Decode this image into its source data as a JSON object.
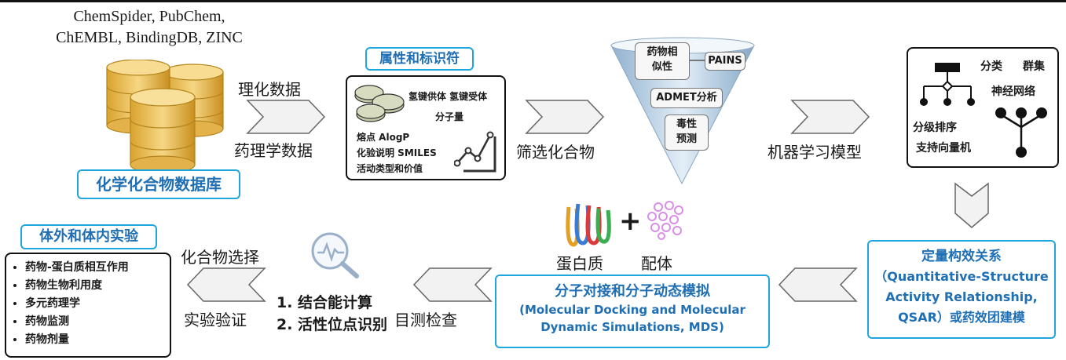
{
  "databases": {
    "sources_line1": "ChemSpider, PubChem,",
    "sources_line2": "ChEMBL, BindingDB, ZINC",
    "title": "化学化合物数据库"
  },
  "edge_labels": {
    "physchem": "理化数据",
    "pharmacology": "药理学数据",
    "screening": "筛选化合物",
    "ml_model": "机器学习模型",
    "compound_selection": "化合物选择",
    "experimental_validation": "实验验证",
    "visual_inspection": "目测检查"
  },
  "properties": {
    "title": "属性和标识符",
    "hbd_hba": "氢键供体  氢键受体",
    "mw": "分子量",
    "mp_alogp": "熔点    AlogP",
    "assay_smiles": "化验说明    SMILES",
    "activity": "活动类型和价值"
  },
  "filter": {
    "drug_likeness_l1": "药物相",
    "drug_likeness_l2": "似性",
    "pains": "PAINS",
    "admet": "ADMET分析",
    "tox_l1": "毒性",
    "tox_l2": "预测"
  },
  "ml": {
    "classification": "分类",
    "clustering": "群集",
    "neural_network": "神经网络",
    "ranking": "分级排序",
    "svm": "支持向量机"
  },
  "qsar": {
    "line1": "定量构效关系",
    "line2": "（Quantitative-Structure",
    "line3": "Activity Relationship,",
    "line4": "QSAR）或药效团建模"
  },
  "docking": {
    "line1": "分子对接和分子动态模拟",
    "line2": "(Molecular Docking and Molecular",
    "line3": "Dynamic Simulations, MDS)",
    "protein": "蛋白质",
    "ligand": "配体",
    "plus": "+"
  },
  "analysis": {
    "item1": "1. 结合能计算",
    "item2": "2. 活性位点识别"
  },
  "experiments": {
    "title": "体外和体内实验",
    "items": [
      "药物-蛋白质相互作用",
      "药物生物利用度",
      "多元药理学",
      "药物监测",
      "药物剂量"
    ]
  },
  "colors": {
    "cyan_border": "#1fa6dc",
    "title_blue": "#1f6fb5",
    "database_gold": "#e8b84a",
    "protein_multicolor": [
      "#e6a020",
      "#3a7bd5",
      "#d93b3b",
      "#3cae52"
    ],
    "ligand_pink": "#d98ee6"
  }
}
